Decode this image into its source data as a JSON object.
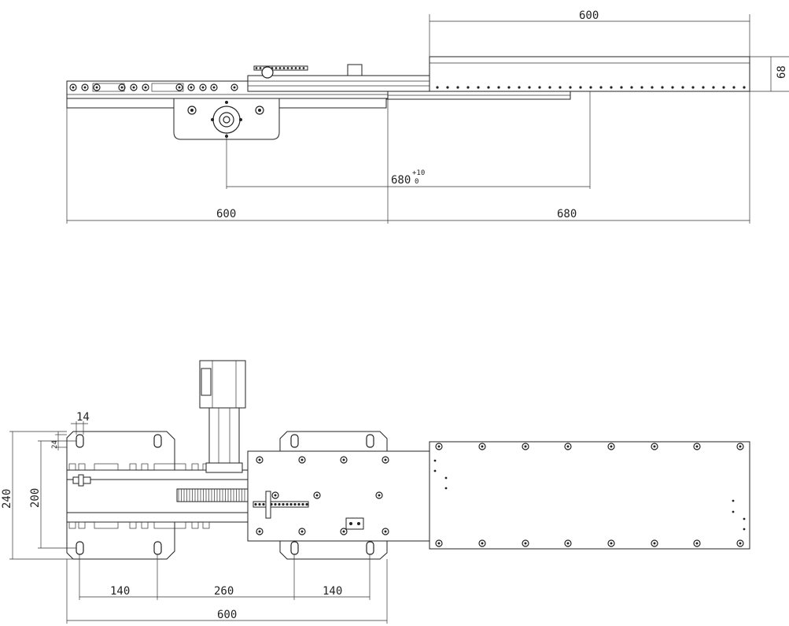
{
  "drawing": {
    "top_view": {
      "dim_top_width": "600",
      "dim_right_height": "68",
      "dim_stroke": "680",
      "dim_stroke_tol_upper": "+10",
      "dim_stroke_tol_lower": "0",
      "dim_bottom_left": "600",
      "dim_bottom_right": "680"
    },
    "plan_view": {
      "dim_slot_width": "14",
      "dim_slot_offset": "24",
      "dim_overall_height": "240",
      "dim_hole_spacing": "200",
      "dim_spacing_left": "140",
      "dim_spacing_mid": "260",
      "dim_spacing_right": "140",
      "dim_overall_width": "600"
    }
  }
}
